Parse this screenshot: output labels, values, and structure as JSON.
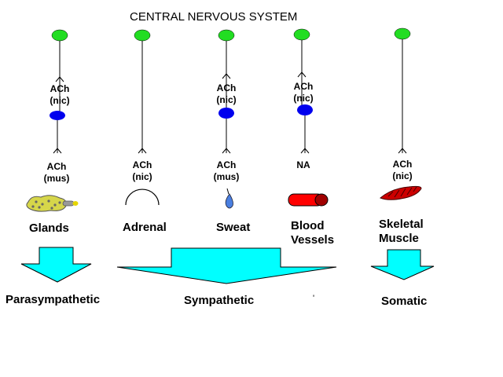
{
  "title": "CENTRAL NERVOUS SYSTEM",
  "colors": {
    "cns_neuron": "#22dd22",
    "ganglion": "#0000ee",
    "arrow": "#00ffff",
    "gland": "#d6d64a",
    "vessel": "#ff0000",
    "muscle": "#cc0000",
    "sweat_drop": "#4a7fe0"
  },
  "pathways": [
    {
      "id": "glands",
      "preganglionic": {
        "transmitter": "ACh",
        "receptor": "(nic)"
      },
      "postganglionic": {
        "transmitter": "ACh",
        "receptor": "(mus)"
      },
      "target": [
        "Glands"
      ],
      "target_icon": "gland-icon"
    },
    {
      "id": "adrenal",
      "preganglionic": {
        "transmitter": "ACh",
        "receptor": "(nic)"
      },
      "target": [
        "Adrenal"
      ],
      "target_icon": "adrenal-icon"
    },
    {
      "id": "sweat",
      "preganglionic": {
        "transmitter": "ACh",
        "receptor": "(nic)"
      },
      "postganglionic": {
        "transmitter": "ACh",
        "receptor": "(mus)"
      },
      "target": [
        "Sweat"
      ],
      "target_icon": "sweat-drop-icon"
    },
    {
      "id": "blood-vessels",
      "preganglionic": {
        "transmitter": "ACh",
        "receptor": "(nic)"
      },
      "postganglionic": {
        "transmitter": "NA",
        "receptor": ""
      },
      "target": [
        "Blood",
        "Vessels"
      ],
      "target_icon": "blood-vessel-icon"
    },
    {
      "id": "skeletal-muscle",
      "preganglionic": {
        "transmitter": "ACh",
        "receptor": "(nic)"
      },
      "target": [
        "Skeletal",
        "Muscle"
      ],
      "target_icon": "muscle-icon"
    }
  ],
  "divisions": [
    {
      "name": "Parasympathetic"
    },
    {
      "name": "Sympathetic"
    },
    {
      "name": "Somatic"
    }
  ],
  "stray_mark": "'"
}
